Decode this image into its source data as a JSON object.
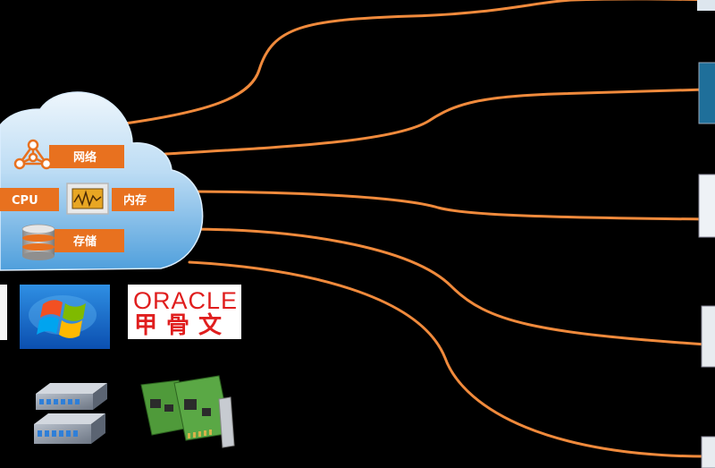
{
  "cloud": {
    "network_label": "网络",
    "cpu_label": "CPU",
    "memory_label": "内存",
    "storage_label": "存储"
  },
  "logos": {
    "oracle_en": "ORACLE",
    "oracle_cn": "甲骨文"
  },
  "colors": {
    "background": "#000000",
    "connector": "#f08a3c",
    "label_fill": "#e8711f",
    "cloud_top": "#e9f3fb",
    "cloud_bottom": "#5aa6e0"
  },
  "icons": [
    "network-nodes-icon",
    "chip-monitor-icon",
    "database-icon",
    "windows-logo-icon",
    "oracle-logo",
    "server-rack-icon",
    "network-card-icon"
  ]
}
